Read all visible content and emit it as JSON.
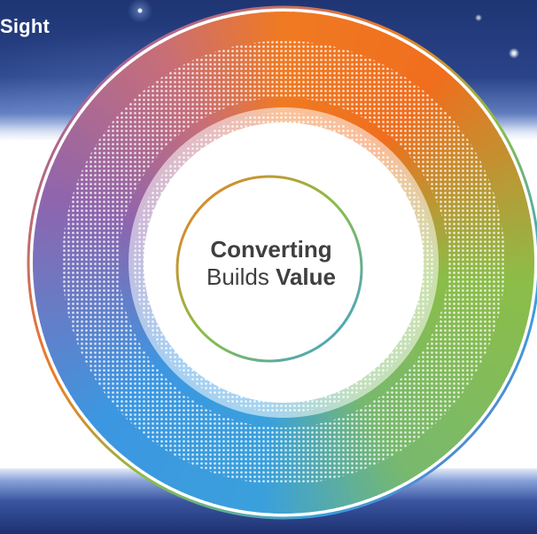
{
  "brand": {
    "text": "Sight"
  },
  "center": {
    "line1": "Converting",
    "line2_regular": "Builds",
    "line2_bold": "Value"
  },
  "colors": {
    "orange": "#f07a22",
    "green": "#8bbd48",
    "blue": "#3aa0dc",
    "purple": "#8e65ae",
    "text": "#3f3f3f",
    "sky_dark": "#1f3573"
  }
}
